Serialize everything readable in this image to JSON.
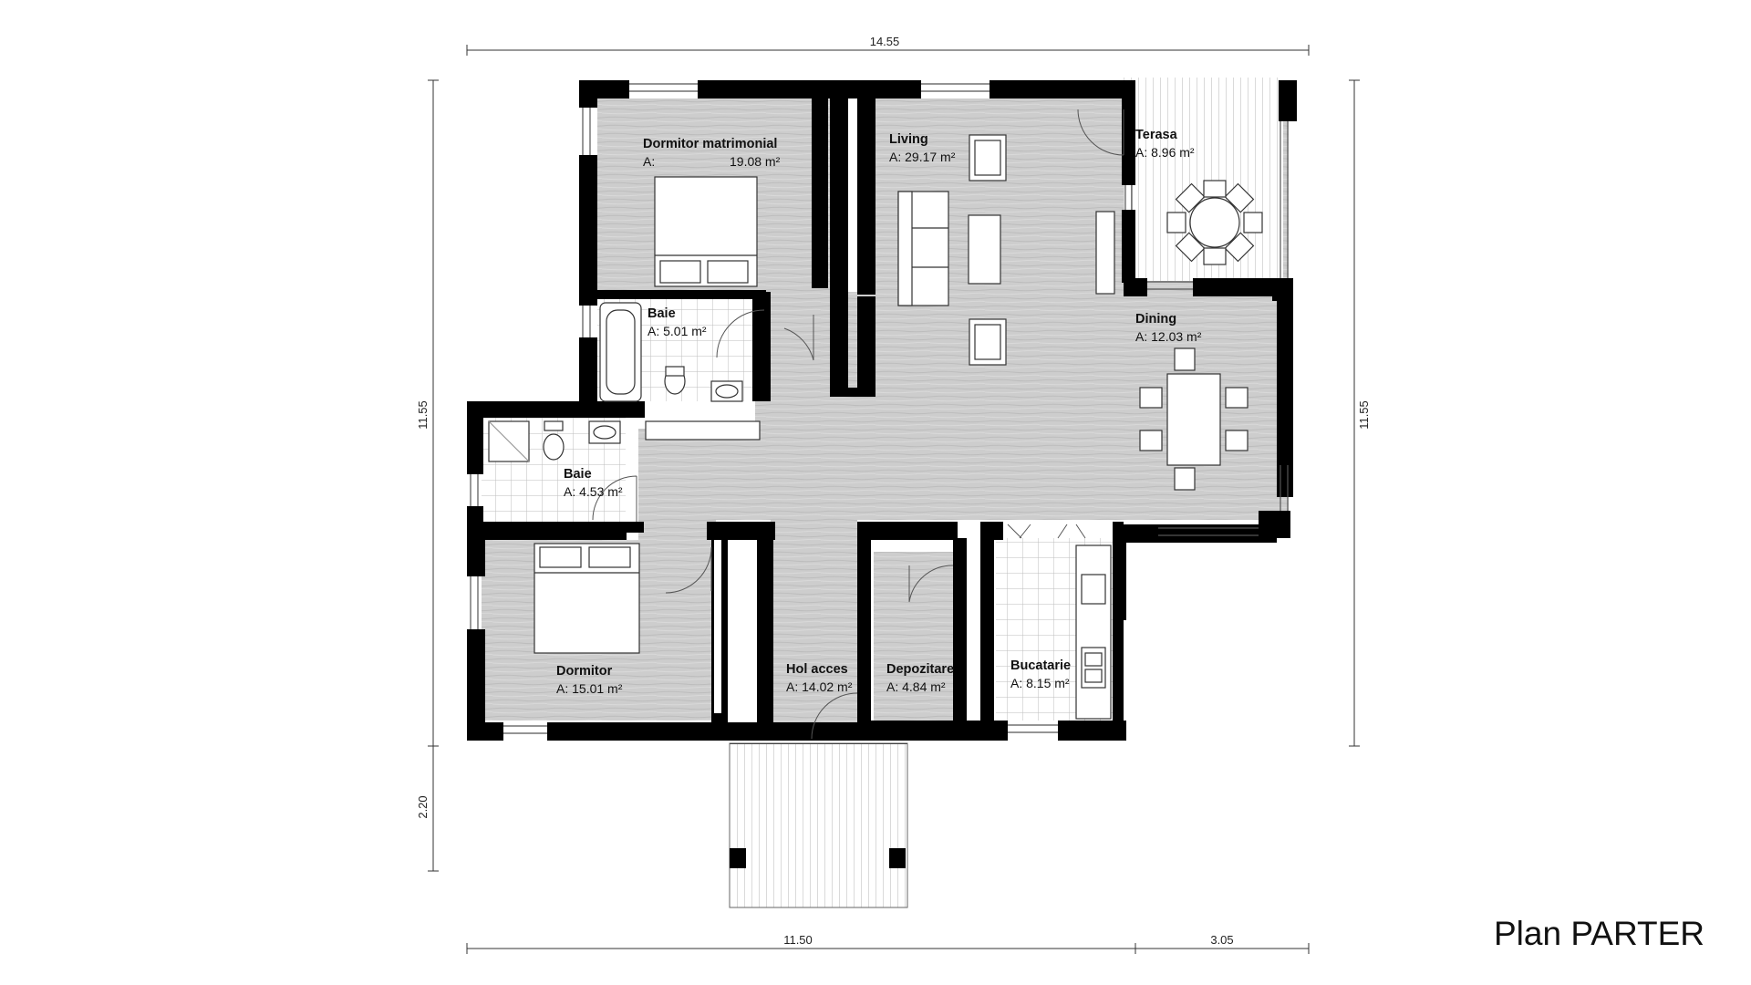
{
  "drawing": {
    "title": "Plan PARTER",
    "colors": {
      "wall": "#000000",
      "floor": "#cfcfcf",
      "tile": "#ffffff",
      "grid": "#c8c8c8",
      "line": "#333333"
    }
  },
  "dimensions": {
    "total_width": "14.55",
    "left_height": "11.55",
    "right_height": "11.55",
    "stairs_depth": "2.20",
    "bottom_main": "11.50",
    "bottom_terrace": "3.05"
  },
  "rooms": {
    "dormitor_matrimonial": {
      "name": "Dormitor matrimonial",
      "area_prefix": "A:",
      "area_value": "19.08 m²"
    },
    "living": {
      "name": "Living",
      "area": "A: 29.17 m²"
    },
    "terasa": {
      "name": "Terasa",
      "area": "A: 8.96 m²"
    },
    "baie_1": {
      "name": "Baie",
      "area": "A: 5.01 m²"
    },
    "dining": {
      "name": "Dining",
      "area": "A: 12.03 m²"
    },
    "baie_2": {
      "name": "Baie",
      "area": "A: 4.53 m²"
    },
    "dormitor": {
      "name": "Dormitor",
      "area": "A: 15.01 m²"
    },
    "hol_acces": {
      "name": "Hol acces",
      "area": "A: 14.02 m²"
    },
    "depozitare": {
      "name": "Depozitare",
      "area": "A:  4.84 m²"
    },
    "bucatarie": {
      "name": "Bucatarie",
      "area": "A: 8.15 m²"
    }
  }
}
